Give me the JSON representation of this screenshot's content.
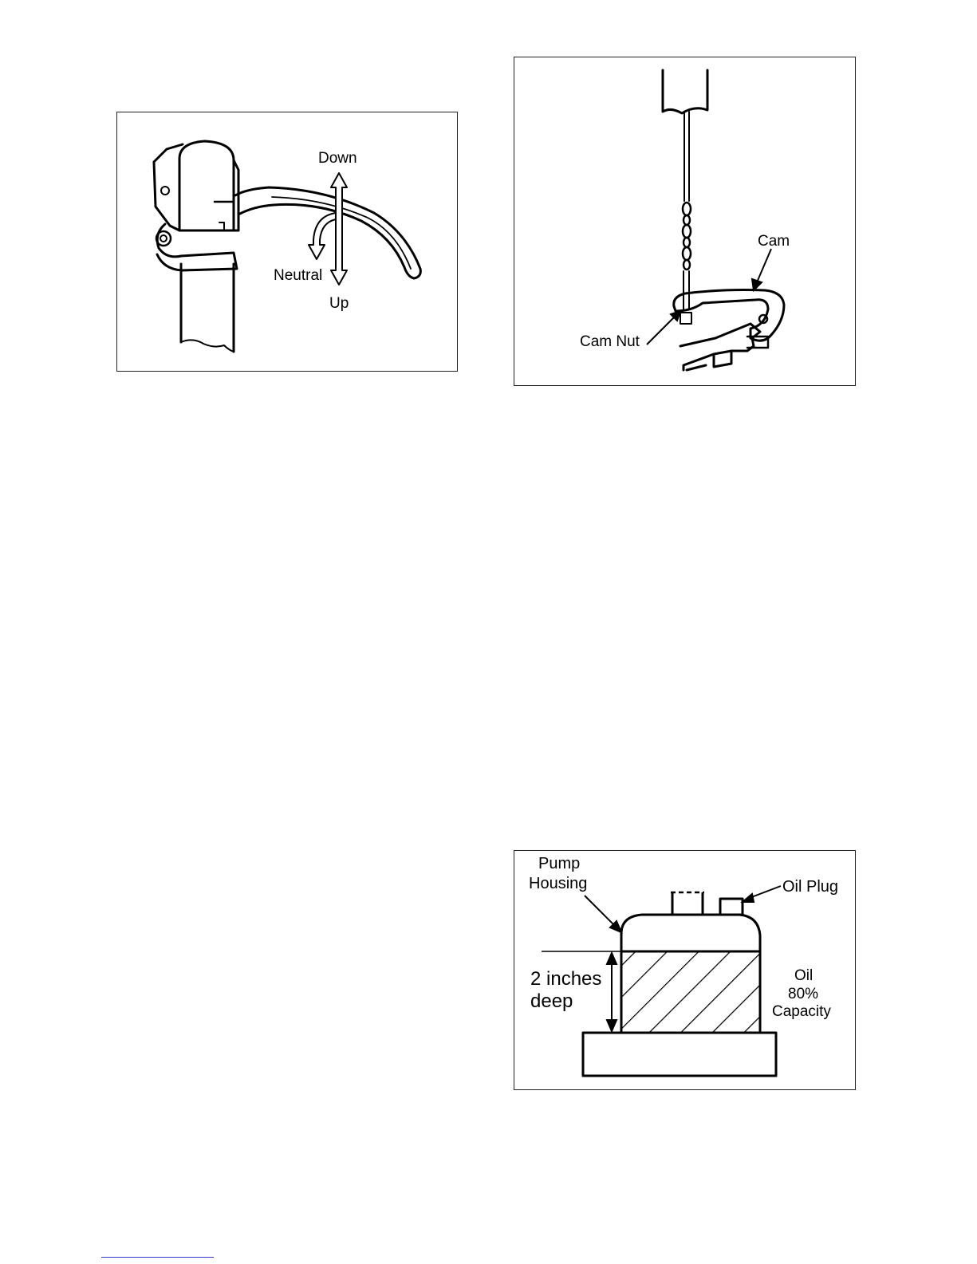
{
  "figures": {
    "lever": {
      "label_down": "Down",
      "label_neutral": "Neutral",
      "label_up": "Up"
    },
    "cam": {
      "label_cam": "Cam",
      "label_cam_nut": "Cam Nut"
    },
    "pump": {
      "label_pump": "Pump",
      "label_housing": "Housing",
      "label_oil_plug": "Oil Plug",
      "label_depth_value": "2 inches",
      "label_depth_word": "deep",
      "label_oil": "Oil",
      "label_percent": "80%",
      "label_capacity": "Capacity"
    }
  }
}
